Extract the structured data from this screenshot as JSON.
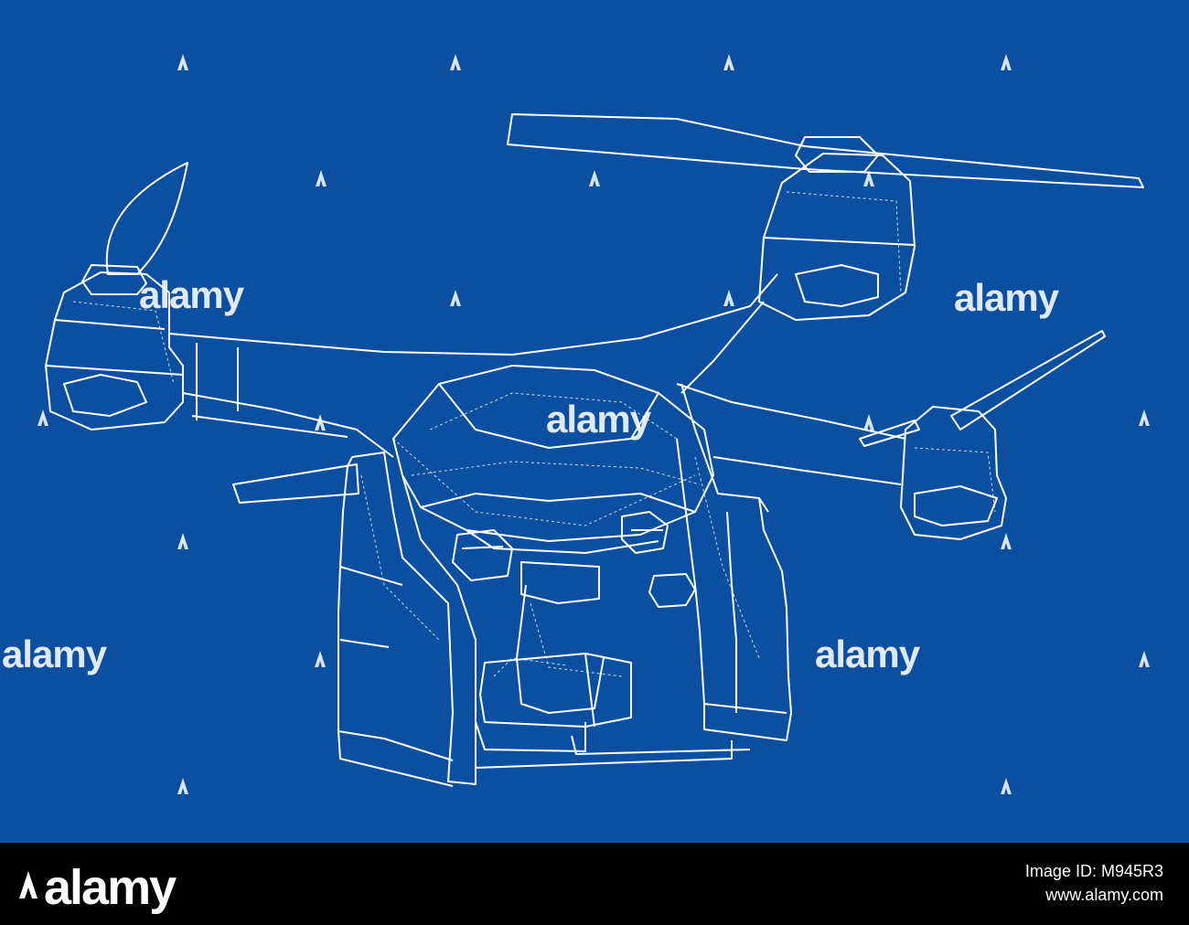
{
  "image": {
    "background_color": "#0a4fa0",
    "line_color": "#ffffff",
    "subject": "quadcopter-drone-wireframe"
  },
  "watermark": {
    "text": "alamy",
    "icon": "alamy-a-icon"
  },
  "footer": {
    "brand": "alamy",
    "brand_icon": "alamy-a-icon",
    "image_id_label": "Image ID: M945R3",
    "url": "www.alamy.com"
  }
}
